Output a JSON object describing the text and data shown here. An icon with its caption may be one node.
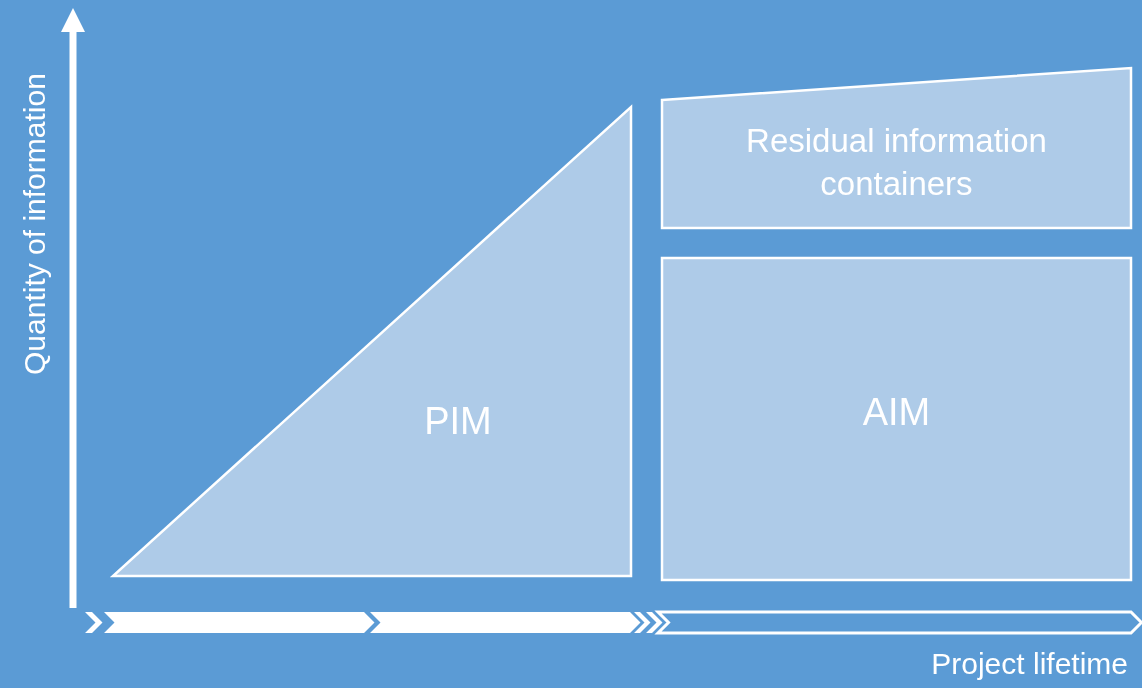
{
  "diagram": {
    "nodes": [
      {
        "text": [
          "PIM"
        ]
      },
      {
        "text": [
          "Residual information containers"
        ]
      },
      {
        "text": [
          "AIM"
        ]
      }
    ],
    "labels": [
      "Quantity of information",
      "Project lifetime"
    ]
  }
}
